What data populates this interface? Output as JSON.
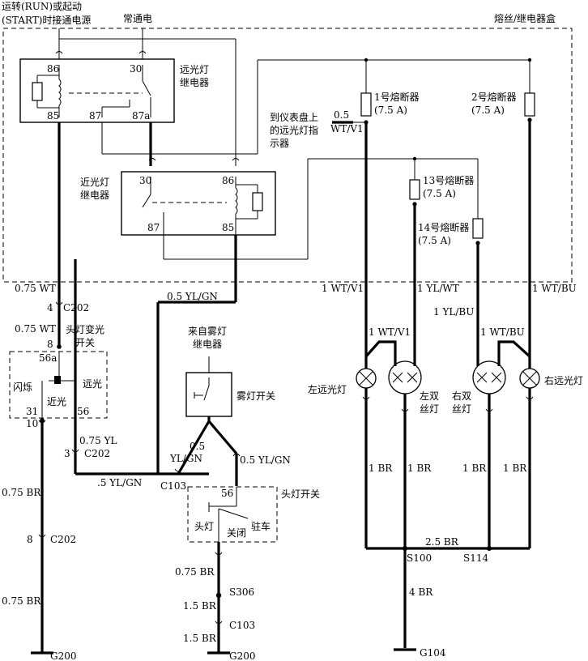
{
  "sources": {
    "run_start_line1": "运转(RUN)或起动",
    "run_start_line2": "(START)时接通电源",
    "constant": "常通电"
  },
  "fuse_box_label": "熔丝/继电器盒",
  "high_beam_relay": {
    "line1": "远光灯",
    "line2": "继电器",
    "pins": {
      "p86": "86",
      "p30": "30",
      "p85": "85",
      "p87": "87",
      "p87a": "87a"
    }
  },
  "low_beam_relay": {
    "line1": "近光灯",
    "line2": "继电器",
    "pins": {
      "p30": "30",
      "p86": "86",
      "p87": "87",
      "p85": "85"
    }
  },
  "fuses": {
    "f1": {
      "name": "1号熔断器",
      "rating": "(7.5 A)"
    },
    "f2": {
      "name": "2号熔断器",
      "rating": "(7.5 A)"
    },
    "f13": {
      "name": "13号熔断器",
      "rating": "(7.5 A)"
    },
    "f14": {
      "name": "14号熔断器",
      "rating": "(7.5 A)"
    }
  },
  "indicator": {
    "line1": "到仪表盘上",
    "line2": "的远光灯指",
    "line3": "示器",
    "wire_size": "0.5",
    "wire_color": "WT/V1"
  },
  "wires": {
    "w_075wt_a": "0.75 WT",
    "c202_pin4": "4",
    "c202_a": "C202",
    "w_075wt_b": "0.75 WT",
    "pin8_top": "8",
    "w_05ylgn_top": "0.5 YL/GN",
    "w_1wtv1_box": "1 WT/V1",
    "w_1ylwt": "1 YL/WT",
    "w_1wtbu_box": "1 WT/BU",
    "w_1ylbu": "1 YL/BU",
    "w_1wtv1_l": "1 WT/V1",
    "w_1wtbu_r": "1 WT/BU",
    "w_075yl": "0.75 YL",
    "c202_pin3": "3",
    "c202_b": "C202",
    "w_05_a": "0.5",
    "w_ylgn_a": "YL/GN",
    "w_05ylgn_right": "0.5 YL/GN",
    "w_05ylgn_bottom": ".5 YL/GN",
    "c103_a": "C103",
    "w_075br_a": "0.75 BR",
    "pin8_bot": "8",
    "c202_c": "C202",
    "w_075br_b": "0.75 BR",
    "g200_a": "G200",
    "w_1br_1": "1 BR",
    "w_1br_2": "1 BR",
    "w_1br_3": "1 BR",
    "w_1br_4": "1 BR",
    "w_25br": "2.5 BR",
    "s100": "S100",
    "s114": "S114",
    "w_4br": "4 BR",
    "g104": "G104",
    "w_075br_c": "0.75 BR",
    "s306": "S306",
    "w_15br_a": "1.5 BR",
    "c103_b": "C103",
    "w_15br_b": "1.5 BR",
    "g200_b": "G200"
  },
  "dimmer_switch": {
    "title_line1": "头灯变光",
    "title_line2": "开关",
    "pin56a": "56a",
    "flash": "闪烁",
    "high": "远光",
    "low": "近光",
    "pin31": "31",
    "pin56": "56",
    "pin10": "10"
  },
  "fog_relay": {
    "line1": "来自雾灯",
    "line2": "继电器",
    "switch": "雾灯开关"
  },
  "headlamp_switch": {
    "title": "头灯开关",
    "pin56": "56",
    "head": "头灯",
    "off": "关闭",
    "park": "驻车"
  },
  "lamps": {
    "left_high": "左远光灯",
    "left_dual_1": "左双",
    "left_dual_2": "丝灯",
    "right_dual_1": "右双",
    "right_dual_2": "丝灯",
    "right_high": "右远光灯"
  }
}
